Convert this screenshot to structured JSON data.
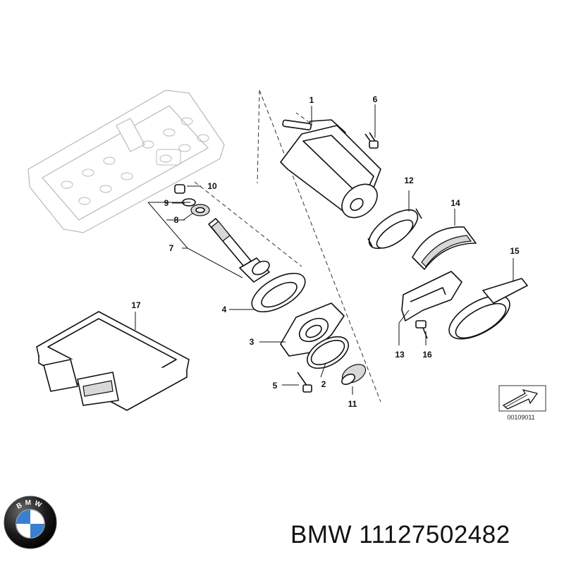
{
  "callouts": {
    "c1": "1",
    "c2": "2",
    "c3": "3",
    "c4": "4",
    "c5": "5",
    "c6": "6",
    "c7": "7",
    "c8": "8",
    "c9": "9",
    "c10": "10",
    "c11": "11",
    "c12": "12",
    "c13": "13",
    "c14": "14",
    "c15": "15",
    "c16": "16",
    "c17": "17"
  },
  "diagram_code": "00109011",
  "logo_text": "BMW",
  "footer": {
    "brand": "BMW",
    "part_number": "11127502482",
    "full": "BMW 11127502482"
  }
}
